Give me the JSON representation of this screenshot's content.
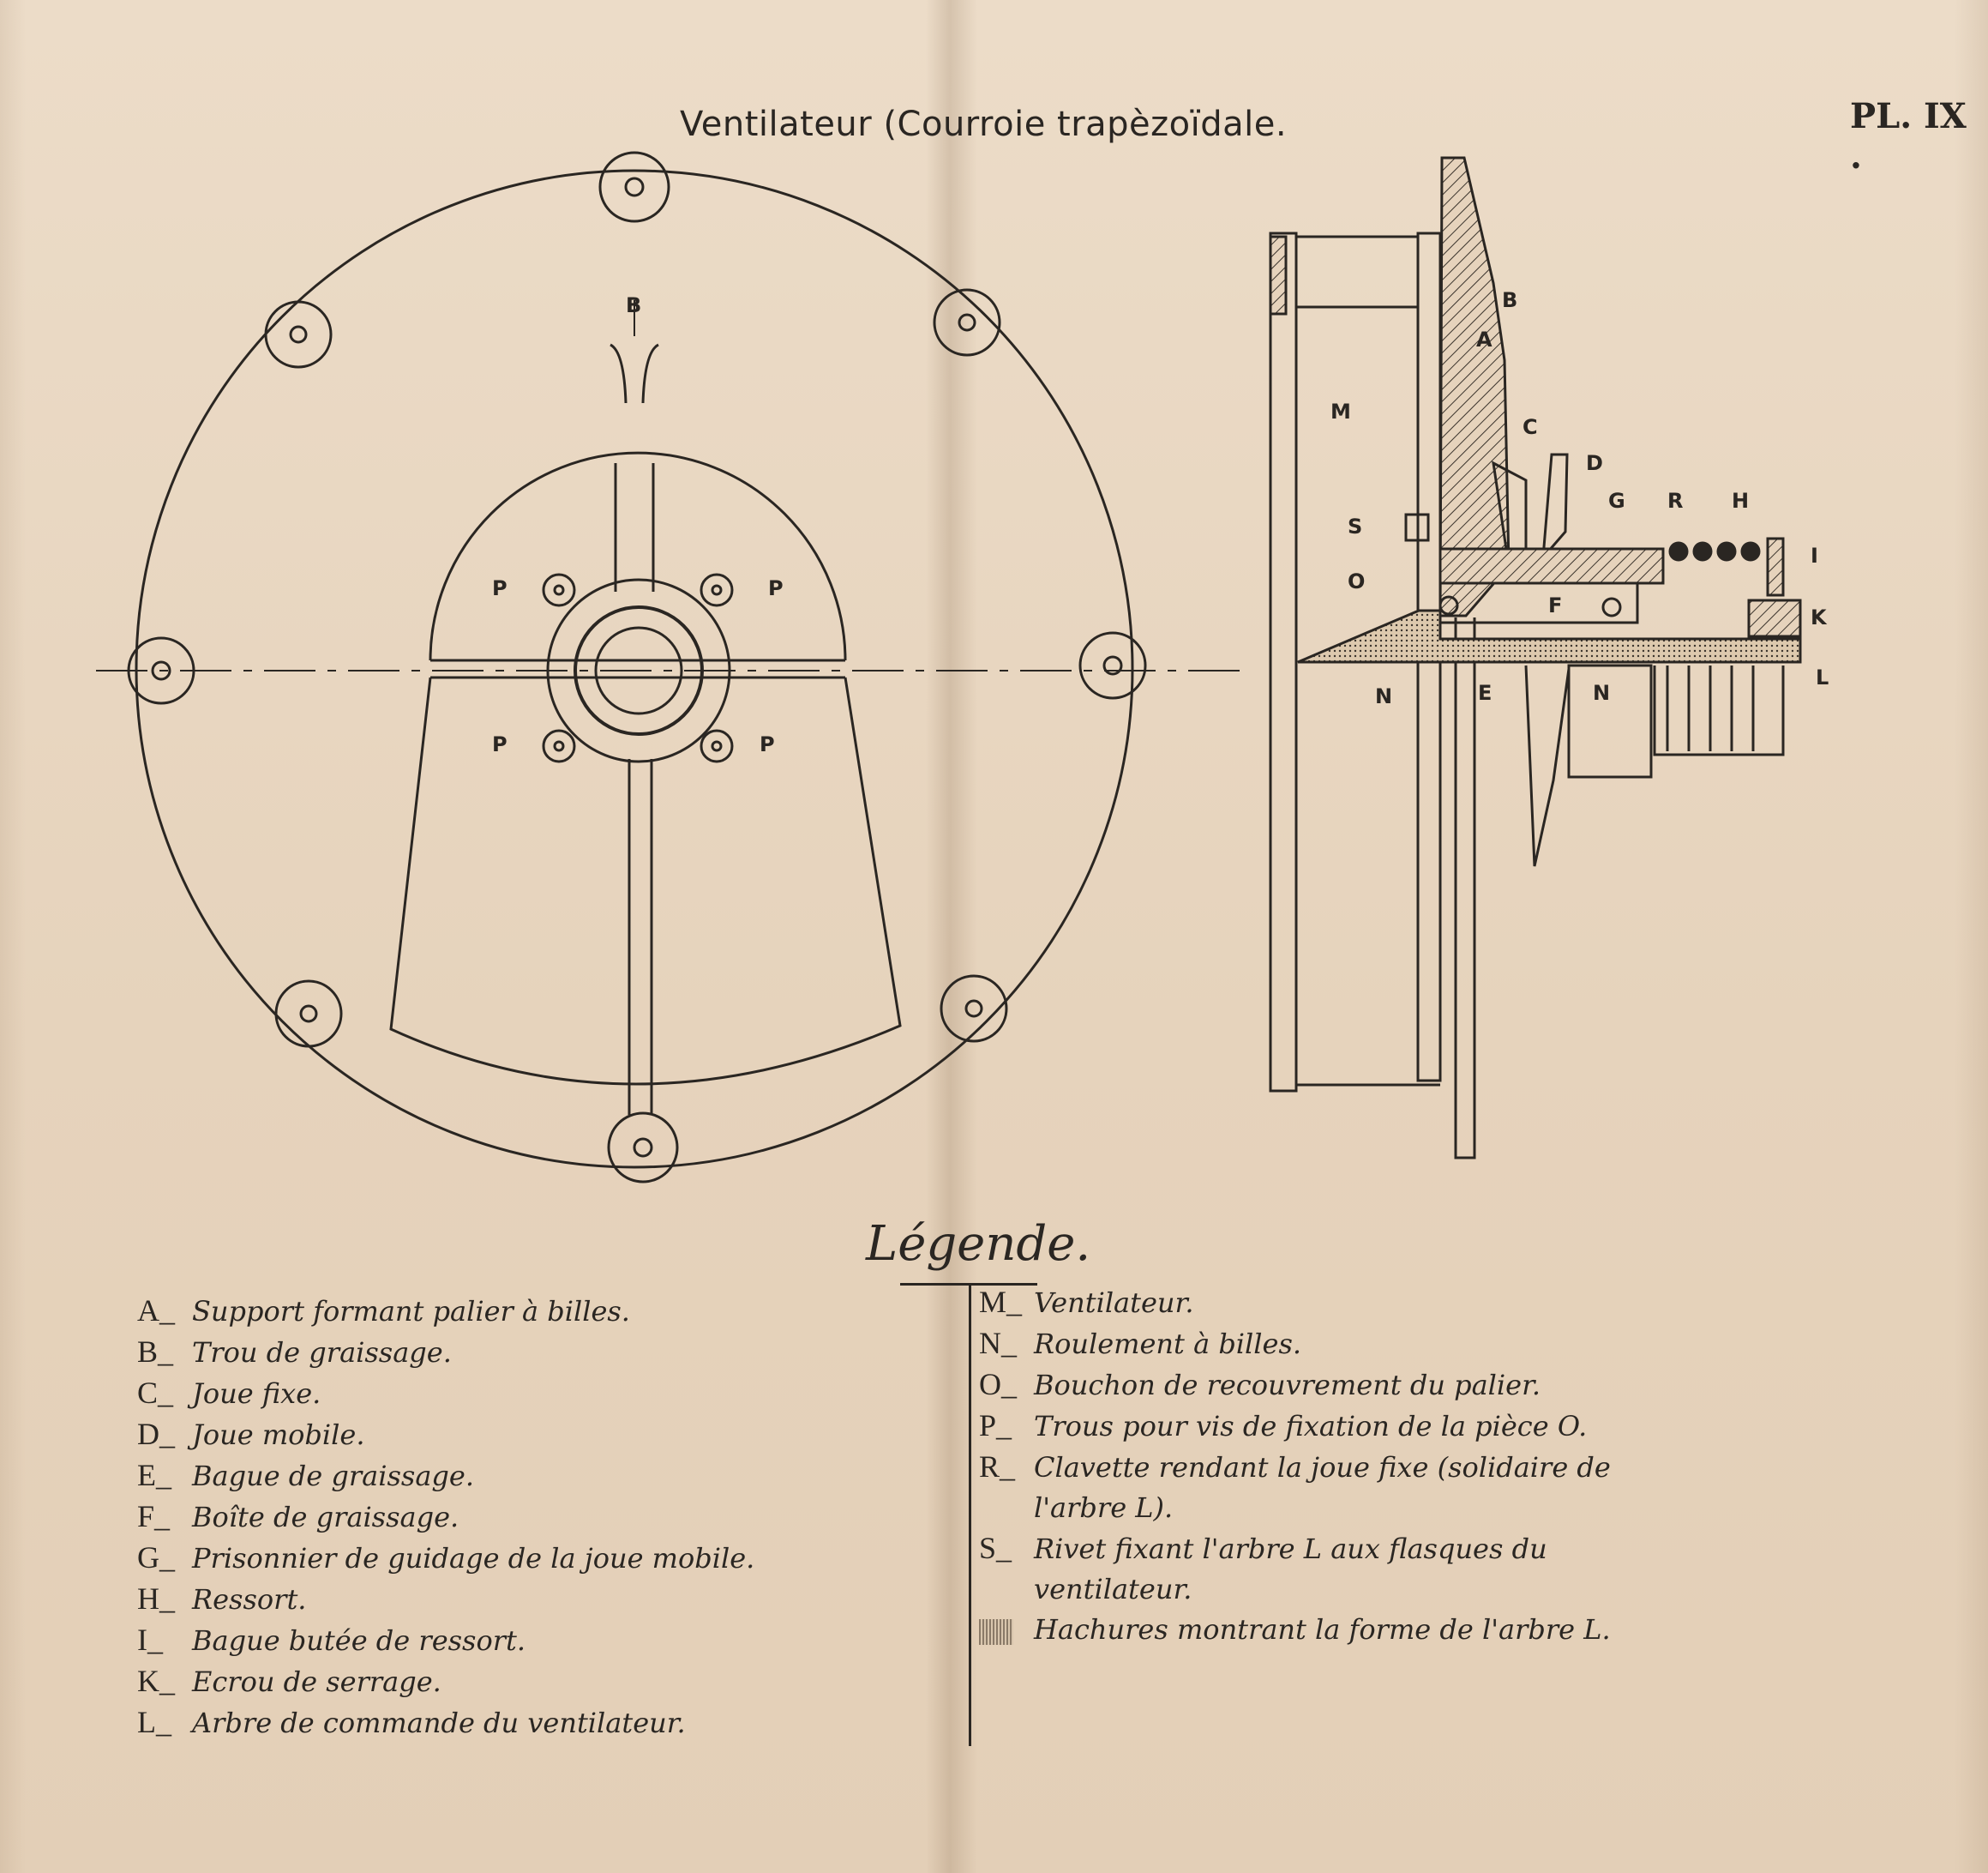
{
  "title": "Ventilateur (Courroie trapèzoïdale.",
  "plate": "PL. IX .",
  "labels": {
    "front": {
      "b": "B",
      "p": "P"
    },
    "section": {
      "a": "A",
      "b": "B",
      "c": "C",
      "d": "D",
      "g": "G",
      "r": "R",
      "h": "H",
      "i": "I",
      "k": "K",
      "l": "L",
      "m": "M",
      "s": "S",
      "o": "O",
      "f": "F",
      "n_left": "N",
      "e": "E",
      "n_right": "N"
    }
  },
  "legend": {
    "title": "Légende.",
    "left": [
      {
        "key": "A_",
        "text": "Support formant palier à billes."
      },
      {
        "key": "B_",
        "text": "Trou de graissage."
      },
      {
        "key": "C_",
        "text": "Joue fixe."
      },
      {
        "key": "D_",
        "text": "Joue mobile."
      },
      {
        "key": "E_",
        "text": "Bague de graissage."
      },
      {
        "key": "F_",
        "text": "Boîte de graissage."
      },
      {
        "key": "G_",
        "text": "Prisonnier de guidage de la joue mobile."
      },
      {
        "key": "H_",
        "text": "Ressort."
      },
      {
        "key": "I_",
        "text": "Bague butée de ressort."
      },
      {
        "key": "K_",
        "text": "Ecrou de serrage."
      },
      {
        "key": "L_",
        "text": "Arbre de commande du ventilateur."
      }
    ],
    "right": [
      {
        "key": "M_",
        "text": "Ventilateur."
      },
      {
        "key": "N_",
        "text": "Roulement à billes."
      },
      {
        "key": "O_",
        "text": "Bouchon de recouvrement du palier."
      },
      {
        "key": "P_",
        "text": "Trous pour vis de fixation de la pièce O."
      },
      {
        "key": "R_",
        "text": "Clavette rendant la joue fixe (solidaire de",
        "cont": "l'arbre L)."
      },
      {
        "key": "S_",
        "text": "Rivet fixant l'arbre L aux flasques du",
        "cont": "ventilateur."
      }
    ],
    "hatch_note": "Hachures montrant la forme de l'arbre L."
  }
}
